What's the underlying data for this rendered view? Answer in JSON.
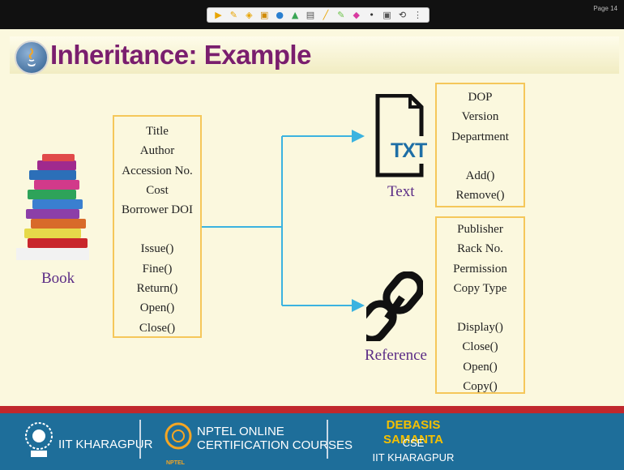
{
  "page_number": "Page 14",
  "toolbar": {
    "icons": [
      "pointer",
      "pen",
      "highlighter",
      "eraser",
      "laser",
      "stamp",
      "text",
      "line",
      "marker",
      "shape",
      "dot",
      "screen",
      "undo",
      "more"
    ]
  },
  "slide": {
    "title": "Inheritance: Example",
    "book": {
      "label": "Book",
      "attributes": [
        "Title",
        "Author",
        "Accession No.",
        "Cost",
        "Borrower DOI"
      ],
      "methods": [
        "Issue()",
        "Fine()",
        "Return()",
        "Open()",
        "Close()"
      ]
    },
    "text_class": {
      "icon_text": "TXT",
      "label": "Text",
      "attributes": [
        "DOP",
        "Version",
        "Department"
      ],
      "methods": [
        "Add()",
        "Remove()"
      ]
    },
    "reference_class": {
      "label": "Reference",
      "attributes": [
        "Publisher",
        "Rack No.",
        "Permission",
        "Copy Type"
      ],
      "methods": [
        "Display()",
        "Close()",
        "Open()",
        "Copy()"
      ]
    }
  },
  "footer": {
    "institute": "IIT KHARAGPUR",
    "nptel_line1": "NPTEL ONLINE",
    "nptel_line2": "CERTIFICATION COURSES",
    "nptel_badge": "NPTEL",
    "presenter_name": "DEBASIS SAMANTA",
    "presenter_dept": "CSE",
    "presenter_inst": "IIT KHARAGPUR"
  }
}
